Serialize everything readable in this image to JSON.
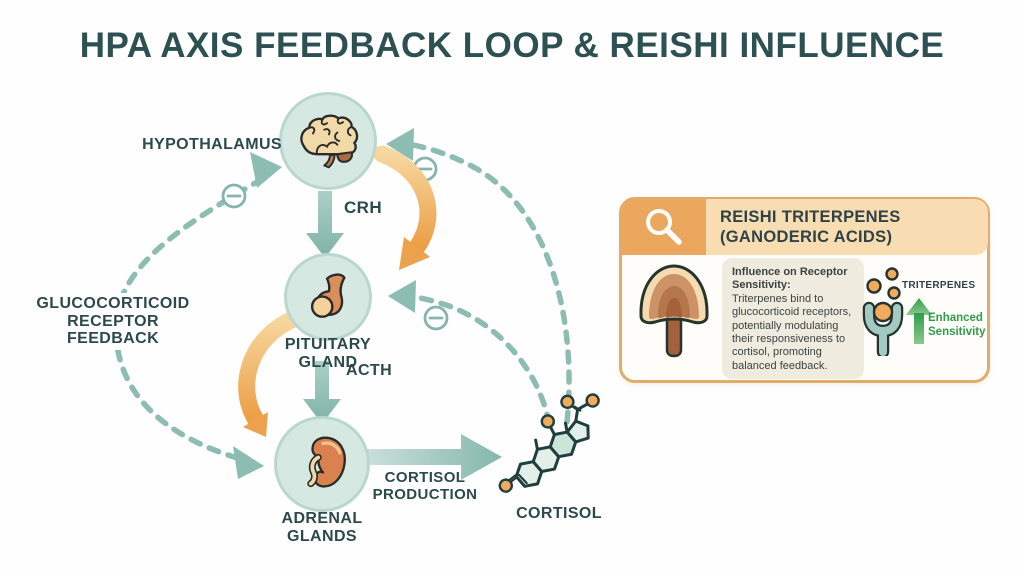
{
  "title": "HPA AXIS FEEDBACK LOOP & REISHI INFLUENCE",
  "colors": {
    "dark_text": "#2C4A4C",
    "teal_arrow": "#8CBCB2",
    "orange_arrow": "#ECA24D",
    "green_accent": "#2F9E49",
    "node_fill": "#D6E8E2",
    "panel_border": "#E2AC67",
    "panel_header_orange": "#EBA75D",
    "panel_header_peach": "#F8DDB2",
    "triterpene_orange": "#F2AB5D"
  },
  "nodes": {
    "hypothalamus": {
      "label": "HYPOTHALAMUS",
      "icon": "brain-icon"
    },
    "pituitary": {
      "lines": [
        "PITUITARY",
        "GLAND"
      ],
      "icon": "pituitary-gland-icon"
    },
    "adrenal": {
      "lines": [
        "ADRENAL",
        "GLANDS"
      ],
      "icon": "adrenal-kidney-icon"
    },
    "cortisol": {
      "label": "CORTISOL",
      "icon": "cortisol-molecule-icon"
    }
  },
  "edges": {
    "crh": "CRH",
    "acth": "ACTH",
    "production_lines": [
      "CORTISOL",
      "PRODUCTION"
    ],
    "feedback_lines": [
      "GLUCOCORTICOID",
      "RECEPTOR",
      "FEEDBACK"
    ],
    "negative_icon": "minus-circle-icon"
  },
  "panel": {
    "icon": "magnifier-icon",
    "title_lines": [
      "REISHI TRITERPENES",
      "(GANODERIC ACIDS)"
    ],
    "mushroom_icon": "reishi-mushroom-icon",
    "info_heading": "Influence on Receptor Sensitivity:",
    "info_body": "Triterpenes bind to glucocorticoid receptors, potentially modulating their responsiveness to cortisol, promoting balanced feedback.",
    "triterpenes_label": "TRITERPENES",
    "receptor_icon": "receptor-icon",
    "enhanced_lines": [
      "Enhanced",
      "Sensitivity"
    ]
  }
}
